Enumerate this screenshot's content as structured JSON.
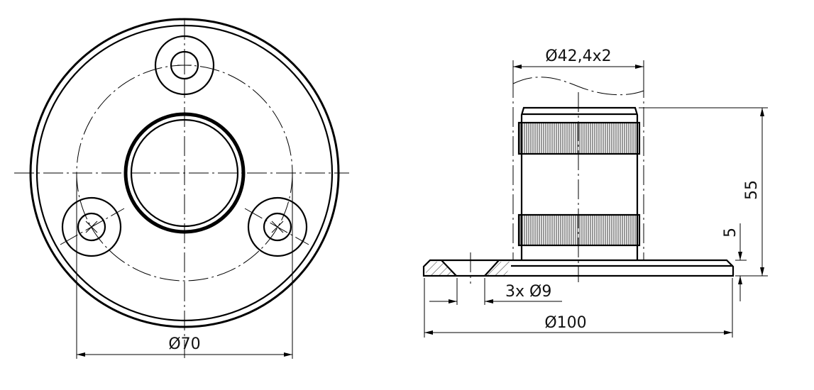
{
  "drawing": {
    "top_view": {
      "dimensions": {
        "bolt_circle": "Ø70"
      }
    },
    "side_view": {
      "dimensions": {
        "tube": "Ø42,4x2",
        "height": "55",
        "plate_thickness": "5",
        "holes": "3x Ø9",
        "plate_diameter": "Ø100"
      }
    },
    "colors": {
      "line": "#000000",
      "background": "#ffffff"
    }
  }
}
